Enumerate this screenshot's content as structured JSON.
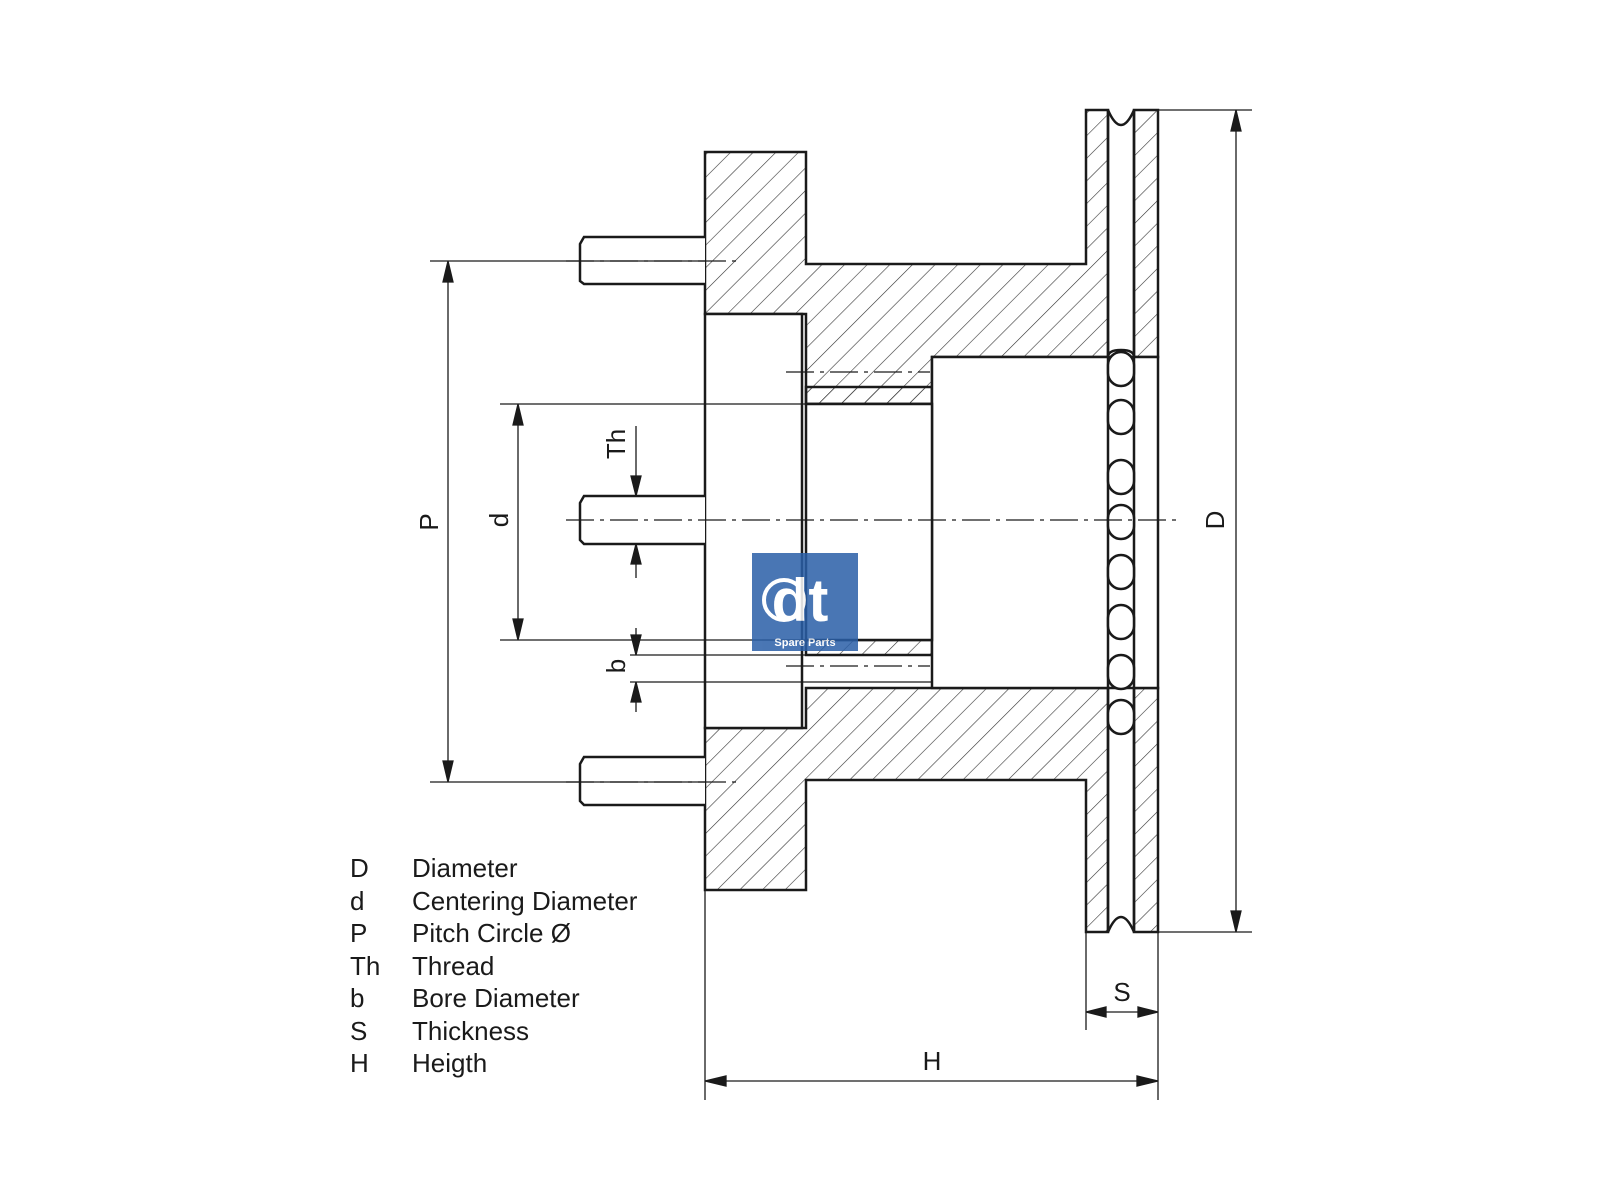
{
  "dimension_labels": {
    "P": "P",
    "d": "d",
    "Th": "Th",
    "b": "b",
    "D": "D",
    "S": "S",
    "H": "H"
  },
  "legend": [
    {
      "key": "D",
      "label": "Diameter"
    },
    {
      "key": "d",
      "label": "Centering Diameter"
    },
    {
      "key": "P",
      "label": "Pitch Circle Ø"
    },
    {
      "key": "Th",
      "label": "Thread"
    },
    {
      "key": "b",
      "label": "Bore Diameter"
    },
    {
      "key": "S",
      "label": "Thickness"
    },
    {
      "key": "H",
      "label": "Heigth"
    }
  ],
  "logo": {
    "mark": "dt",
    "subtitle": "Spare Parts",
    "color": "#2a5fa8",
    "icon": "dt-spare-parts-logo"
  },
  "colors": {
    "line": "#1a1a1a",
    "hatch": "#333333"
  }
}
